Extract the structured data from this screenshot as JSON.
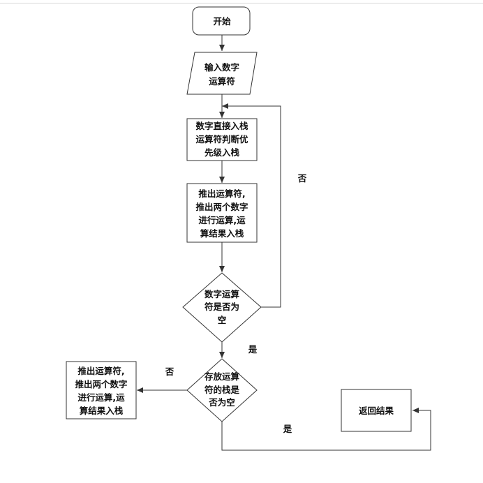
{
  "nodes": {
    "start": {
      "label": "开始"
    },
    "input": {
      "lines": [
        "输入数字",
        "运算符"
      ]
    },
    "push": {
      "lines": [
        "数字直接入栈",
        "运算符判断优",
        "先级入栈"
      ]
    },
    "compute": {
      "lines": [
        "推出运算符,",
        "推出两个数字",
        "进行运算,运",
        "算结果入栈"
      ]
    },
    "decision1": {
      "lines": [
        "数字运算",
        "符是否为",
        "空"
      ]
    },
    "decision2": {
      "lines": [
        "存放运算",
        "符的栈是",
        "否为空"
      ]
    },
    "compute2": {
      "lines": [
        "推出运算符,",
        "推出两个数字",
        "进行运算,运",
        "算结果入栈"
      ]
    },
    "result": {
      "label": "返回结果"
    }
  },
  "edges": {
    "d1_no": "否",
    "d1_yes": "是",
    "d2_no": "否",
    "d2_yes": "是"
  },
  "colors": {
    "stroke": "#333333",
    "text": "#111111",
    "background": "#ffffff"
  }
}
